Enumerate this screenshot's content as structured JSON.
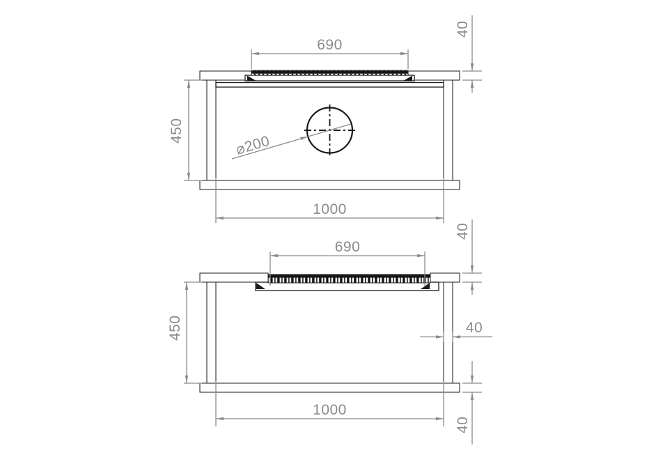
{
  "drawing": {
    "upper_view": {
      "dim_opening": "690",
      "dim_top_slab": "40",
      "dim_height": "450",
      "dim_width": "1000",
      "dim_hole": "⌀200"
    },
    "lower_view": {
      "dim_opening": "690",
      "dim_top_slab": "40",
      "dim_height": "450",
      "dim_wall": "40",
      "dim_width": "1000",
      "dim_bottom_slab": "40"
    },
    "colors": {
      "line": "#1a1a1a",
      "dimension": "#8b8b8b"
    }
  }
}
